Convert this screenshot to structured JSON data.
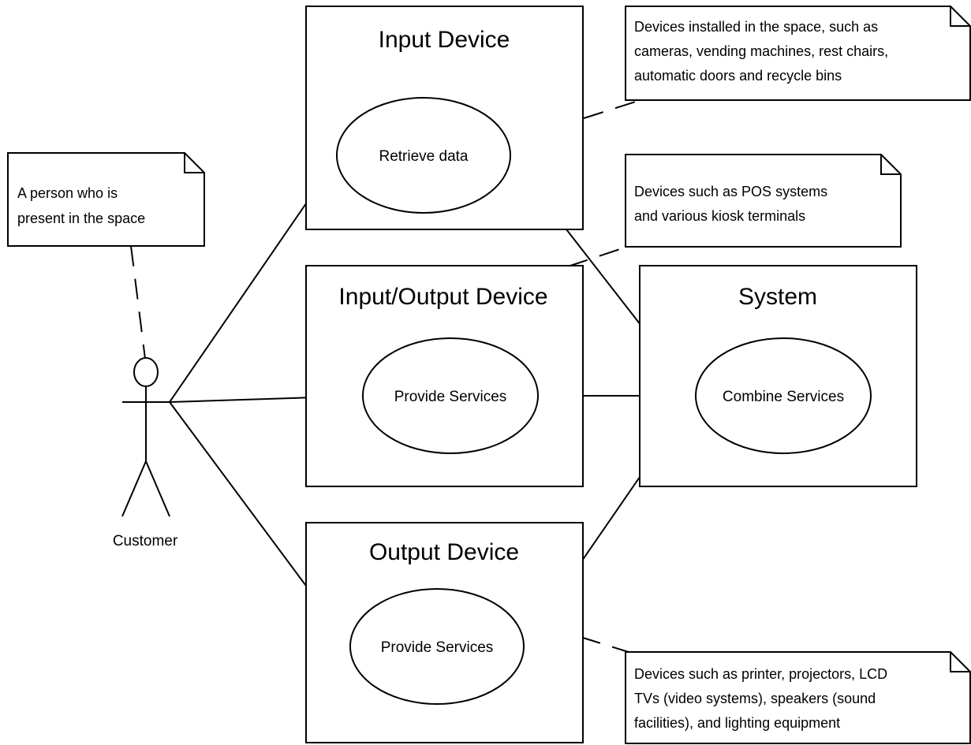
{
  "actor": {
    "label": "Customer"
  },
  "boxes": {
    "input_device": {
      "title": "Input Device",
      "use_case": "Retrieve data"
    },
    "io_device": {
      "title": "Input/Output Device",
      "use_case": "Provide Services"
    },
    "output_device": {
      "title": "Output Device",
      "use_case": "Provide Services"
    },
    "system": {
      "title": "System",
      "use_case": "Combine Services"
    }
  },
  "notes": {
    "customer": {
      "lines": [
        "A person who is",
        "present in the space"
      ]
    },
    "input_device": {
      "lines": [
        "Devices installed in the space, such as",
        "cameras, vending machines, rest chairs,",
        "automatic doors and recycle bins"
      ]
    },
    "io_device": {
      "lines": [
        "Devices such as POS systems",
        "and various kiosk terminals"
      ]
    },
    "output_device": {
      "lines": [
        "Devices such as printer, projectors, LCD",
        "TVs (video systems), speakers (sound",
        "facilities), and lighting equipment"
      ]
    }
  }
}
